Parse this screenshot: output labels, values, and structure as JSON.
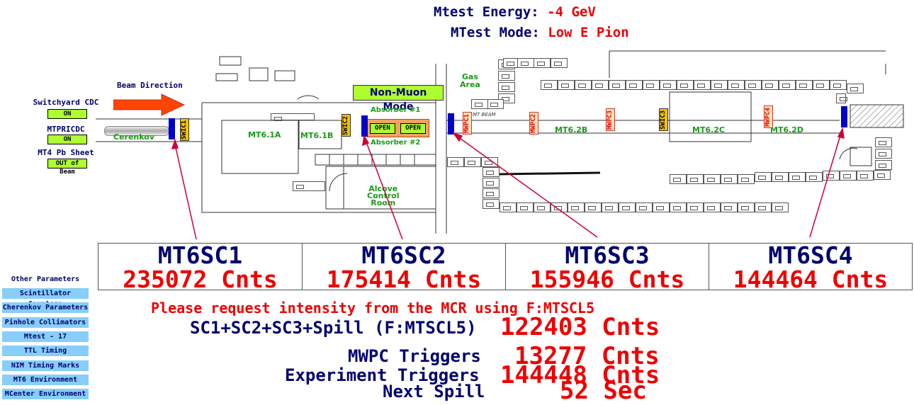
{
  "header": {
    "energy_label": "Mtest Energy:",
    "energy_value": "-4 GeV",
    "mode_label": "MTest Mode:",
    "mode_value": "Low E Pion"
  },
  "left_status": {
    "switchyard_label": "Switchyard CDC",
    "switchyard_value": "ON",
    "mtpricdc_label": "MTPRICDC",
    "mtpricdc_value": "ON",
    "pb_label": "MT4 Pb Sheet",
    "pb_value": "OUT of Beam"
  },
  "plan": {
    "beam_direction": "Beam Direction",
    "cerenkov": "Cerenkov",
    "mode_badge": "Non-Muon Mode",
    "absorber1": "Absorber #1",
    "absorber2": "Absorber #2",
    "open1": "OPEN",
    "open2": "OPEN",
    "gas_area": "Gas\nArea",
    "alcove": "Alcove\nControl\nRoom",
    "mt_beam": "MT BEAM",
    "areas": [
      "MT6.1A",
      "MT6.1B",
      "MT6.2B",
      "MT6.2C",
      "MT6.2D"
    ],
    "swic_tags": [
      "SWIC1",
      "SWIC2",
      "SWIC3"
    ],
    "mwpc_tags": [
      "MWPC1",
      "MWPC2",
      "MWPC3",
      "MWPC4"
    ]
  },
  "counters": [
    {
      "name": "MT6SC1",
      "count": "235072 Cnts"
    },
    {
      "name": "MT6SC2",
      "count": "175414 Cnts"
    },
    {
      "name": "MT6SC3",
      "count": "155946 Cnts"
    },
    {
      "name": "MT6SC4",
      "count": "144464 Cnts"
    }
  ],
  "summary": {
    "request_msg": "Please request intensity from the MCR using F:MTSCL5",
    "sc_sum_label": "SC1+SC2+SC3+Spill (F:MTSCL5)",
    "sc_sum_value": "122403 Cnts",
    "mwpc_label": "MWPC Triggers",
    "mwpc_value": "13277 Cnts",
    "exp_label": "Experiment Triggers",
    "exp_value": "144448 Cnts",
    "spill_label": "Next Spill",
    "spill_value": "52 Sec"
  },
  "sidebar": {
    "title": "Other Parameters",
    "items": [
      "Scintillator Counters",
      "Cherenkov Parameters",
      "Pinhole Collimators",
      "Mtest - 17",
      "TTL Timing",
      "NIM Timing Marks",
      "MT6 Environment",
      "MCenter Environment"
    ]
  },
  "colors": {
    "navy": "#00006e",
    "red": "#ee0000",
    "badge_green": "#adff2f",
    "button_blue": "#87cefa",
    "arrow_orange": "#ff4500",
    "pointer": "#cc0033"
  }
}
